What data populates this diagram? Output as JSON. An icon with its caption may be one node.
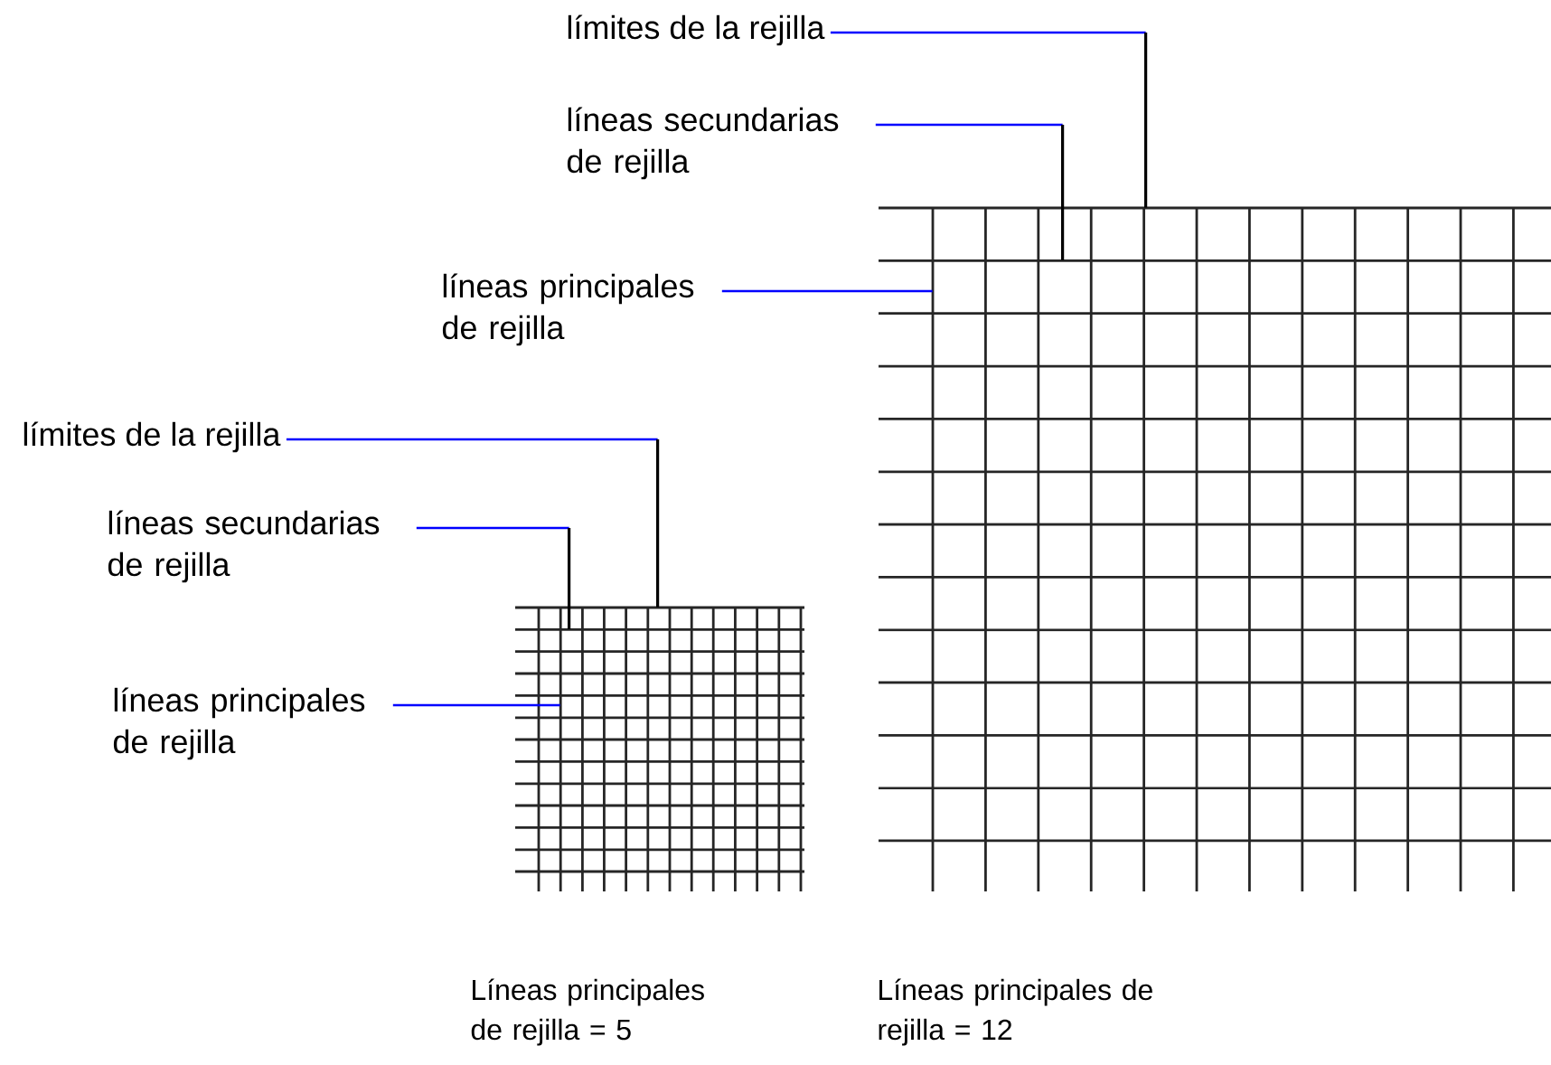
{
  "diagram": {
    "nodes": [
      {
        "text": [
          "límites de la rejilla"
        ]
      },
      {
        "text": [
          "líneas secundarias de rejilla"
        ]
      },
      {
        "text": [
          "líneas principales de rejilla"
        ]
      },
      {
        "text": [],
        "shape": "picture"
      },
      {
        "text": [
          "límites de la rejilla"
        ]
      },
      {
        "text": [
          "líneas secundarias de rejilla"
        ]
      },
      {
        "text": [
          "líneas principales de rejilla"
        ]
      },
      {
        "text": [],
        "shape": "picture"
      }
    ],
    "edges": [
      {
        "from": 0,
        "to": 3,
        "arrow": "none"
      },
      {
        "from": 1,
        "to": 3,
        "arrow": "none"
      },
      {
        "from": 2,
        "to": 3,
        "arrow": "none"
      },
      {
        "from": 4,
        "to": 7,
        "arrow": "none"
      },
      {
        "from": 5,
        "to": 7,
        "arrow": "none"
      },
      {
        "from": 6,
        "to": 7,
        "arrow": "none"
      }
    ],
    "labels": [
      "Líneas principales de rejilla = 5",
      "Líneas principales de rejilla = 12"
    ]
  }
}
